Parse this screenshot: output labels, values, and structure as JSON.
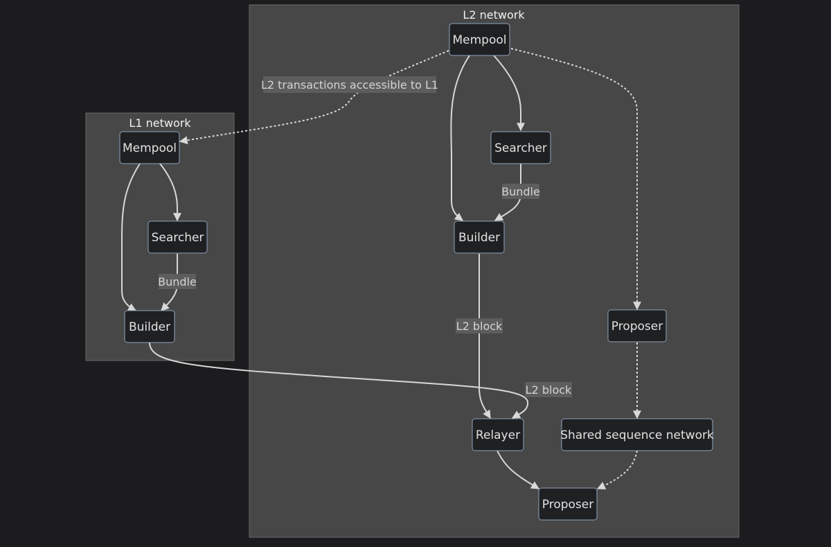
{
  "clusters": {
    "l2": {
      "title": "L2 network"
    },
    "l1": {
      "title": "L1 network"
    }
  },
  "nodes": {
    "l2_mempool": "Mempool",
    "l2_searcher": "Searcher",
    "l2_builder": "Builder",
    "l2_proposer": "Proposer",
    "relayer": "Relayer",
    "shared_sequence": "Shared sequence network",
    "final_proposer": "Proposer",
    "l1_mempool": "Mempool",
    "l1_searcher": "Searcher",
    "l1_builder": "Builder"
  },
  "edge_labels": {
    "l2_to_l1_mempool": "L2 transactions accessible to L1",
    "l2_bundle": "Bundle",
    "l2_block_builder_relayer": "L2 block",
    "l1_bundle": "Bundle",
    "l2_block_l1builder_relayer": "L2 block"
  }
}
